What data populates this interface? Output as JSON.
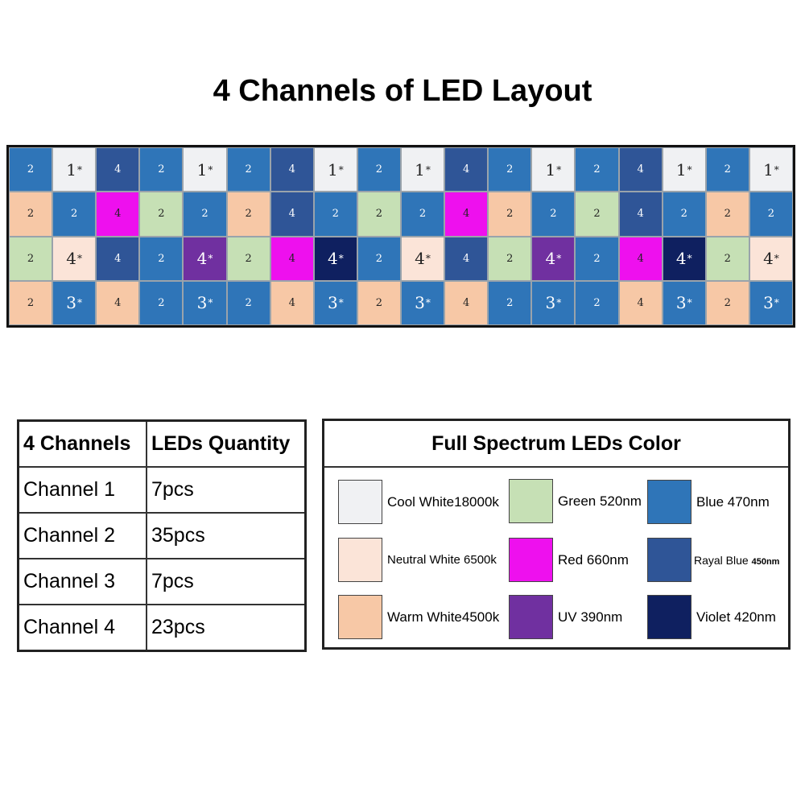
{
  "title": "4 Channels of LED Layout",
  "colors": {
    "cool_white": "#f0f1f3",
    "neutral_white": "#fbe4d8",
    "warm_white": "#f7c8a6",
    "green": "#c6e0b5",
    "red": "#ee10ee",
    "uv": "#7030a0",
    "blue": "#2f75b8",
    "royal_blue": "#2f5597",
    "violet": "#0f2060"
  },
  "layout_rows": [
    [
      {
        "n": "2",
        "c": "blue"
      },
      {
        "n": "1",
        "c": "cool_white",
        "s": true
      },
      {
        "n": "4",
        "c": "royal_blue"
      },
      {
        "n": "2",
        "c": "blue"
      },
      {
        "n": "1",
        "c": "cool_white",
        "s": true
      },
      {
        "n": "2",
        "c": "blue"
      },
      {
        "n": "4",
        "c": "royal_blue"
      },
      {
        "n": "1",
        "c": "cool_white",
        "s": true
      },
      {
        "n": "2",
        "c": "blue"
      },
      {
        "n": "1",
        "c": "cool_white",
        "s": true
      },
      {
        "n": "4",
        "c": "royal_blue"
      },
      {
        "n": "2",
        "c": "blue"
      },
      {
        "n": "1",
        "c": "cool_white",
        "s": true
      },
      {
        "n": "2",
        "c": "blue"
      },
      {
        "n": "4",
        "c": "royal_blue"
      },
      {
        "n": "1",
        "c": "cool_white",
        "s": true
      },
      {
        "n": "2",
        "c": "blue"
      },
      {
        "n": "1",
        "c": "cool_white",
        "s": true
      }
    ],
    [
      {
        "n": "2",
        "c": "warm_white"
      },
      {
        "n": "2",
        "c": "blue"
      },
      {
        "n": "4",
        "c": "red"
      },
      {
        "n": "2",
        "c": "green"
      },
      {
        "n": "2",
        "c": "blue"
      },
      {
        "n": "2",
        "c": "warm_white"
      },
      {
        "n": "4",
        "c": "royal_blue"
      },
      {
        "n": "2",
        "c": "blue"
      },
      {
        "n": "2",
        "c": "green"
      },
      {
        "n": "2",
        "c": "blue"
      },
      {
        "n": "4",
        "c": "red"
      },
      {
        "n": "2",
        "c": "warm_white"
      },
      {
        "n": "2",
        "c": "blue"
      },
      {
        "n": "2",
        "c": "green"
      },
      {
        "n": "4",
        "c": "royal_blue"
      },
      {
        "n": "2",
        "c": "blue"
      },
      {
        "n": "2",
        "c": "warm_white"
      },
      {
        "n": "2",
        "c": "blue"
      }
    ],
    [
      {
        "n": "2",
        "c": "green"
      },
      {
        "n": "4",
        "c": "neutral_white",
        "s": true
      },
      {
        "n": "4",
        "c": "royal_blue"
      },
      {
        "n": "2",
        "c": "blue"
      },
      {
        "n": "4",
        "c": "uv",
        "s": true
      },
      {
        "n": "2",
        "c": "green"
      },
      {
        "n": "4",
        "c": "red"
      },
      {
        "n": "4",
        "c": "violet",
        "s": true
      },
      {
        "n": "2",
        "c": "blue"
      },
      {
        "n": "4",
        "c": "neutral_white",
        "s": true
      },
      {
        "n": "4",
        "c": "royal_blue"
      },
      {
        "n": "2",
        "c": "green"
      },
      {
        "n": "4",
        "c": "uv",
        "s": true
      },
      {
        "n": "2",
        "c": "blue"
      },
      {
        "n": "4",
        "c": "red"
      },
      {
        "n": "4",
        "c": "violet",
        "s": true
      },
      {
        "n": "2",
        "c": "green"
      },
      {
        "n": "4",
        "c": "neutral_white",
        "s": true
      }
    ],
    [
      {
        "n": "2",
        "c": "warm_white"
      },
      {
        "n": "3",
        "c": "blue",
        "s": true
      },
      {
        "n": "4",
        "c": "warm_white"
      },
      {
        "n": "2",
        "c": "blue"
      },
      {
        "n": "3",
        "c": "blue",
        "s": true
      },
      {
        "n": "2",
        "c": "blue"
      },
      {
        "n": "4",
        "c": "warm_white"
      },
      {
        "n": "3",
        "c": "blue",
        "s": true
      },
      {
        "n": "2",
        "c": "warm_white"
      },
      {
        "n": "3",
        "c": "blue",
        "s": true
      },
      {
        "n": "4",
        "c": "warm_white"
      },
      {
        "n": "2",
        "c": "blue"
      },
      {
        "n": "3",
        "c": "blue",
        "s": true
      },
      {
        "n": "2",
        "c": "blue"
      },
      {
        "n": "4",
        "c": "warm_white"
      },
      {
        "n": "3",
        "c": "blue",
        "s": true
      },
      {
        "n": "2",
        "c": "warm_white"
      },
      {
        "n": "3",
        "c": "blue",
        "s": true
      }
    ]
  ],
  "star_glyph": "*",
  "quantity_table": {
    "header": [
      "4 Channels",
      "LEDs Quantity"
    ],
    "rows": [
      [
        "Channel 1",
        "7pcs"
      ],
      [
        "Channel 2",
        "35pcs"
      ],
      [
        "Channel 3",
        "7pcs"
      ],
      [
        "Channel 4",
        "23pcs"
      ]
    ]
  },
  "legend": {
    "title": "Full Spectrum LEDs Color",
    "cool_white": "Cool White18000k",
    "neutral_white": "Neutral White 6500k",
    "warm_white": "Warm White4500k",
    "green": "Green 520nm",
    "red": "Red 660nm",
    "uv": "UV 390nm",
    "blue": "Blue 470nm",
    "royal_blue_main": "Rayal Blue ",
    "royal_blue_nm": "450nm",
    "violet": "Violet 420nm"
  }
}
